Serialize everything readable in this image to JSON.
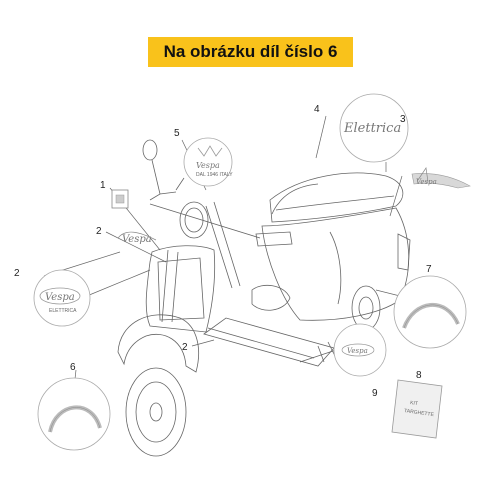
{
  "banner": {
    "text": "Na obrázku díl číslo 6",
    "color": "#f9c21b"
  },
  "labels": [
    "1",
    "2",
    "2",
    "2",
    "3",
    "4",
    "5",
    "6",
    "7",
    "8",
    "9"
  ],
  "decals": {
    "elettrica": "Elettrica",
    "vespa": "Vespa",
    "vespa_small": "Vespa",
    "kit_card": [
      "KIT",
      "TARGHETTE"
    ]
  }
}
